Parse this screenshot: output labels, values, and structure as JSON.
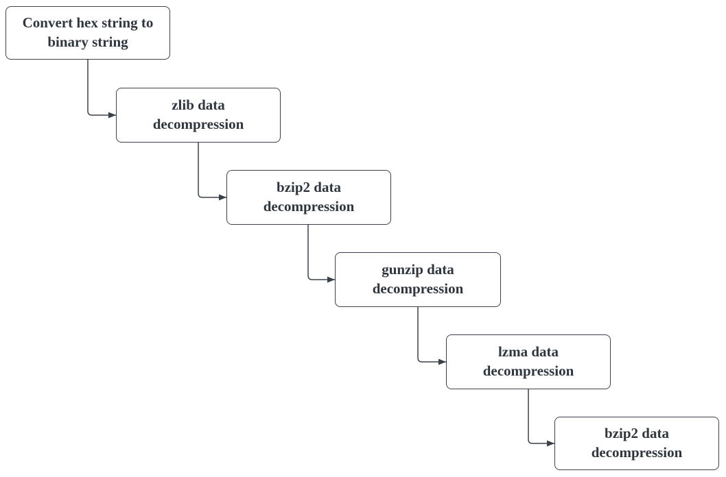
{
  "diagram": {
    "type": "flowchart",
    "background": "#ffffff",
    "node_fill": "#ffffff",
    "stroke_color": "#3A414A",
    "text_color": "#2F363E",
    "nodes": [
      {
        "id": "convert-hex-to-binary",
        "label": "Convert hex string to\nbinary string"
      },
      {
        "id": "zlib-decompression",
        "label": "zlib data\ndecompression"
      },
      {
        "id": "bzip2-decompression-1",
        "label": "bzip2 data\ndecompression"
      },
      {
        "id": "gunzip-decompression",
        "label": "gunzip data\ndecompression"
      },
      {
        "id": "lzma-decompression",
        "label": "lzma data\ndecompression"
      },
      {
        "id": "bzip2-decompression-2",
        "label": "bzip2 data\ndecompression"
      }
    ],
    "edges": [
      {
        "from": "convert-hex-to-binary",
        "to": "zlib-decompression"
      },
      {
        "from": "zlib-decompression",
        "to": "bzip2-decompression-1"
      },
      {
        "from": "bzip2-decompression-1",
        "to": "gunzip-decompression"
      },
      {
        "from": "gunzip-decompression",
        "to": "lzma-decompression"
      },
      {
        "from": "lzma-decompression",
        "to": "bzip2-decompression-2"
      }
    ]
  }
}
